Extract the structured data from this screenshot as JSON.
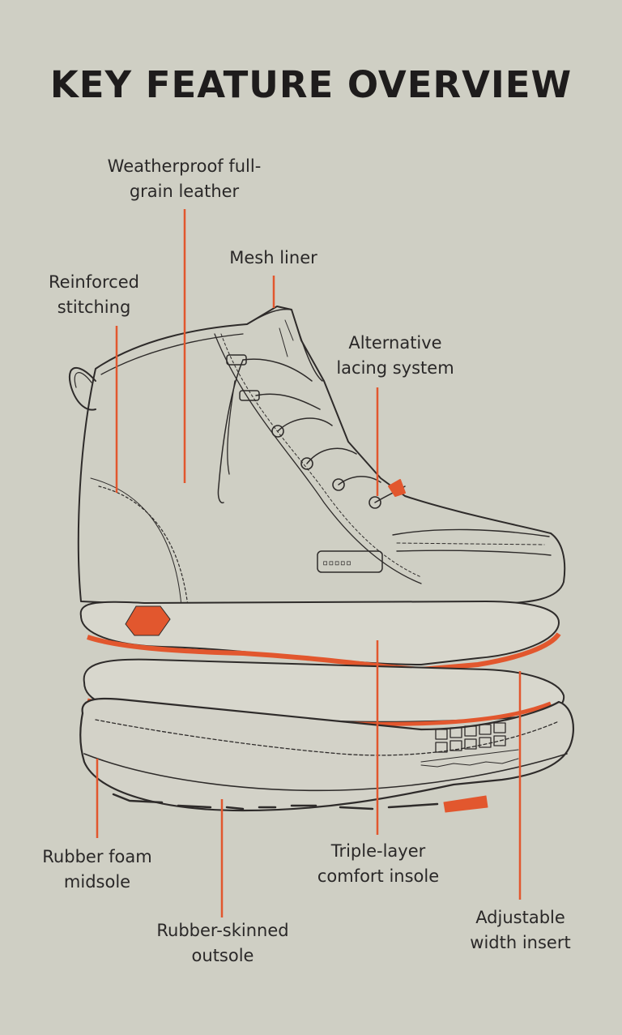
{
  "title": "KEY FEATURE OVERVIEW",
  "accent_color": "#e2572e",
  "labels": {
    "leather": "Weatherproof full-\ngrain leather",
    "mesh": "Mesh liner",
    "stitching": "Reinforced\nstitching",
    "lacing": "Alternative\nlacing system",
    "midsole": "Rubber foam\nmidsole",
    "outsole": "Rubber-skinned\noutsole",
    "insole": "Triple-layer\ncomfort insole",
    "width": "Adjustable\nwidth insert"
  }
}
